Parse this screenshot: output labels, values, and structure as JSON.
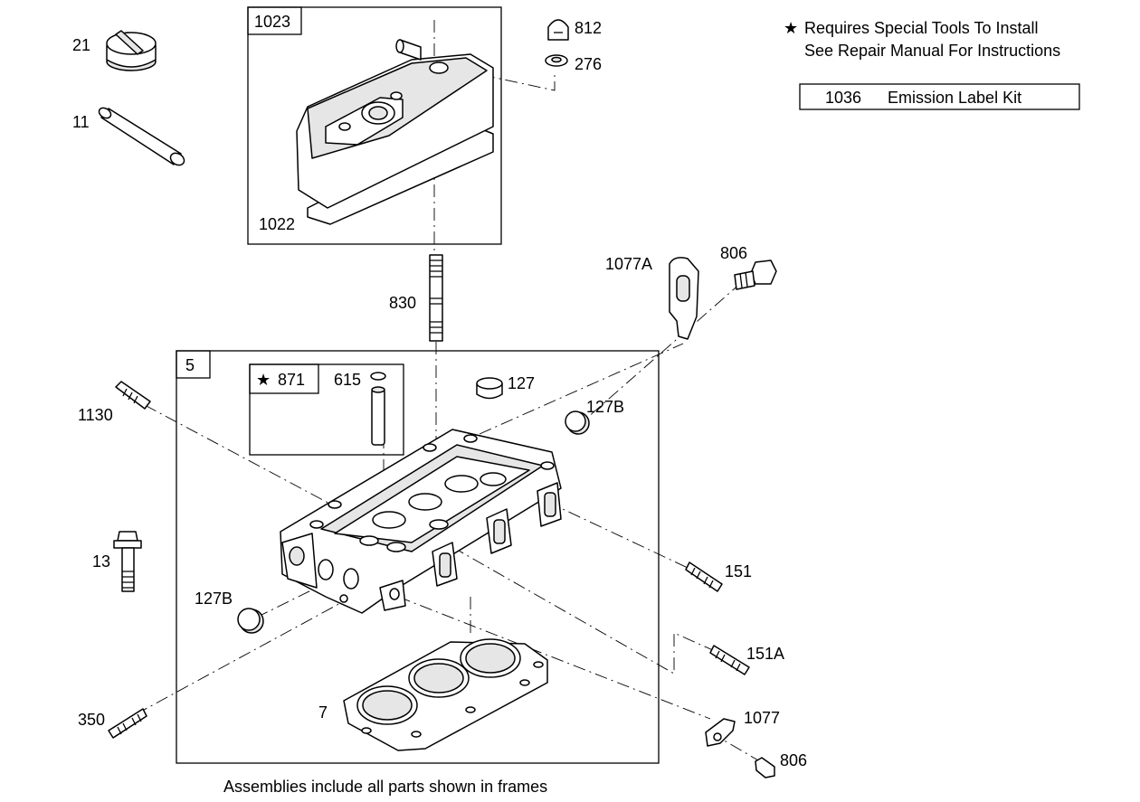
{
  "notes": {
    "special_tools_line1": "Requires Special Tools To Install",
    "special_tools_line2": "See Repair Manual For Instructions",
    "star_glyph": "★",
    "emission_kit_number": "1036",
    "emission_kit_name": "Emission Label Kit",
    "footer": "Assemblies include all parts shown in frames"
  },
  "frames": {
    "valve_cover_assembly": "1023",
    "cylinder_head_assembly": "5",
    "valve_guide_kit": "871"
  },
  "parts": {
    "oil_fill_cap": "21",
    "breather_tube": "11",
    "valve_cover": "1022",
    "acorn_nut": "812",
    "sealing_washer": "276",
    "stud_long": "830",
    "valve_guide": "615",
    "expansion_plug": "127",
    "expansion_plug_b_top": "127B",
    "expansion_plug_b_left": "127B",
    "lifting_bracket": "1077A",
    "bracket_bolt_top": "806",
    "stud_1130": "1130",
    "flange_bolt": "13",
    "stud_151": "151",
    "stud_151a": "151A",
    "stud_350": "350",
    "head_gasket": "7",
    "lifting_bracket_small": "1077",
    "bracket_bolt_bottom": "806"
  }
}
